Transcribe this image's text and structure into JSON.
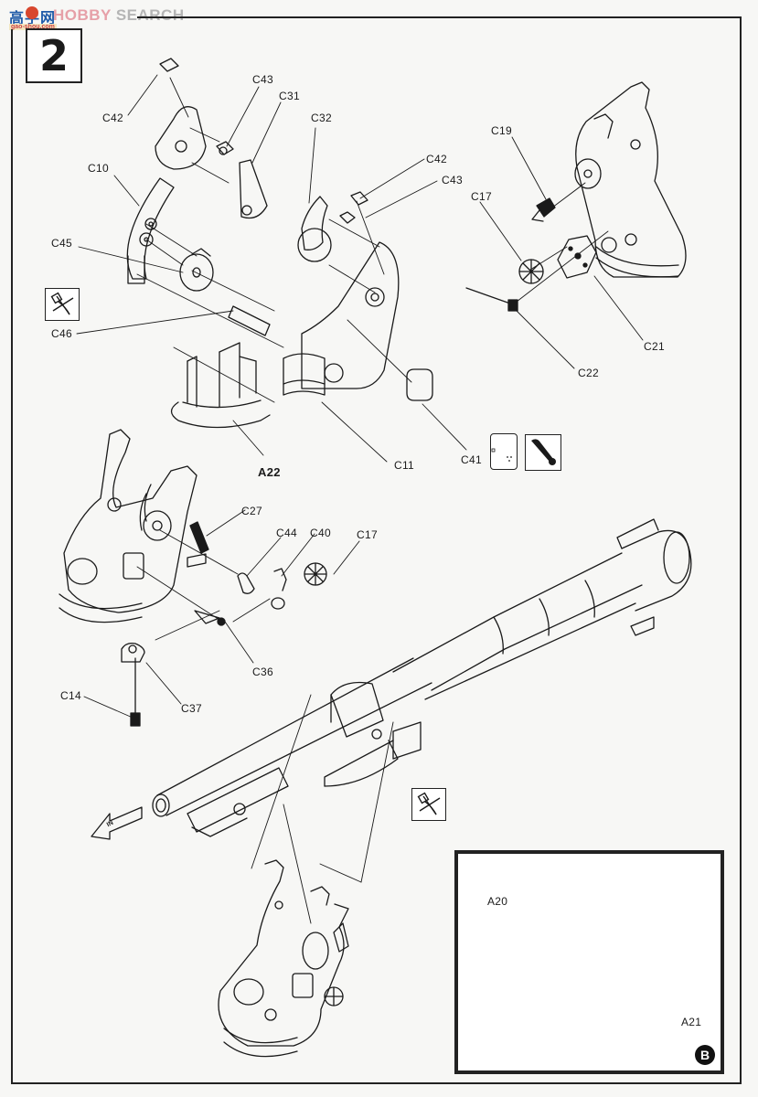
{
  "watermark": {
    "chinese": "高手网",
    "english_prefix": "HOBBY",
    "english_suffix": " SEARCH",
    "url": "gao-shou.com"
  },
  "step": {
    "number": "2"
  },
  "parts": {
    "C42_top": "C42",
    "C43_top": "C43",
    "C31": "C31",
    "C32": "C32",
    "C10": "C10",
    "C42_mid": "C42",
    "C43_mid": "C43",
    "C19": "C19",
    "C17_top": "C17",
    "C45": "C45",
    "C46": "C46",
    "C21": "C21",
    "C22": "C22",
    "A22": "A22",
    "C11": "C11",
    "C41": "C41",
    "C27": "C27",
    "C44": "C44",
    "C40": "C40",
    "C17_mid": "C17",
    "C36": "C36",
    "C37": "C37",
    "C14": "C14",
    "A20": "A20",
    "A21": "A21"
  },
  "icons": {
    "no_glue": "no-glue-icon",
    "paint": "paint-dot-icon",
    "direction_arrow_text": "IN"
  },
  "inset": {
    "badge": "B"
  }
}
